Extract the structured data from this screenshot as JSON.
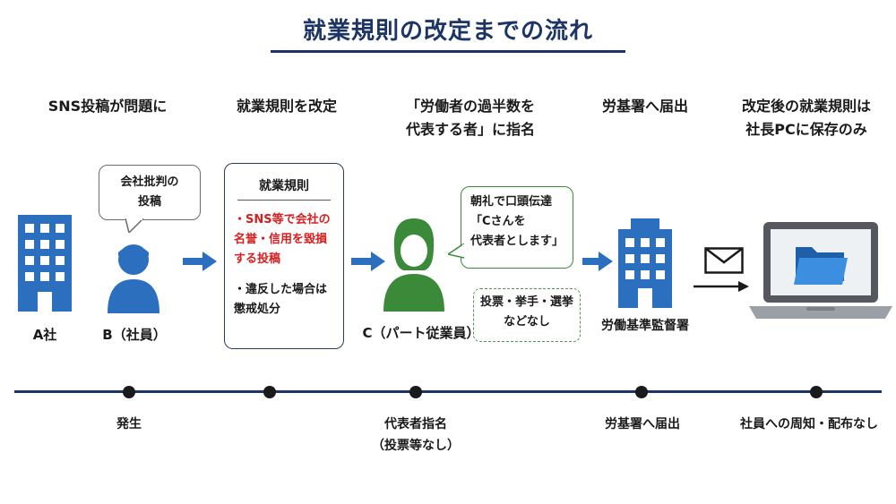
{
  "title": "就業規則の改定までの流れ",
  "stages": [
    {
      "label": "SNS投稿が問題に"
    },
    {
      "label": "就業規則を改定"
    },
    {
      "label": "「労働者の過半数を\n代表する者」に指名"
    },
    {
      "label": "労基署へ届出"
    },
    {
      "label": "改定後の就業規則は\n社長PCに保存のみ"
    }
  ],
  "actors": {
    "company_a": "A社",
    "employee_b": "B（社員）",
    "part_timer_c": "C（パート従業員）",
    "labor_office": "労働基準監督署"
  },
  "bubbles": {
    "criticism_post": "会社批判の\n投稿",
    "morning_meeting": "朝礼で口頭伝達\n「Cさんを\n代表者とします」",
    "no_vote": "投票・挙手・選挙\nなどなし"
  },
  "rules_doc": {
    "title": "就業規則",
    "item1": "・SNS等で会社の\n名誉・信用を毀損\nする投稿",
    "item2": "・違反した場合は\n懲戒処分"
  },
  "timeline": [
    {
      "caption": "発生"
    },
    {
      "caption": ""
    },
    {
      "caption": "代表者指名\n（投票等なし）"
    },
    {
      "caption": "労基署へ届出"
    },
    {
      "caption": "社員への周知・配布なし"
    }
  ],
  "colors": {
    "navy": "#1d3566",
    "blue": "#2c6fbf",
    "green": "#3a8a3a",
    "red": "#d81e1e"
  }
}
